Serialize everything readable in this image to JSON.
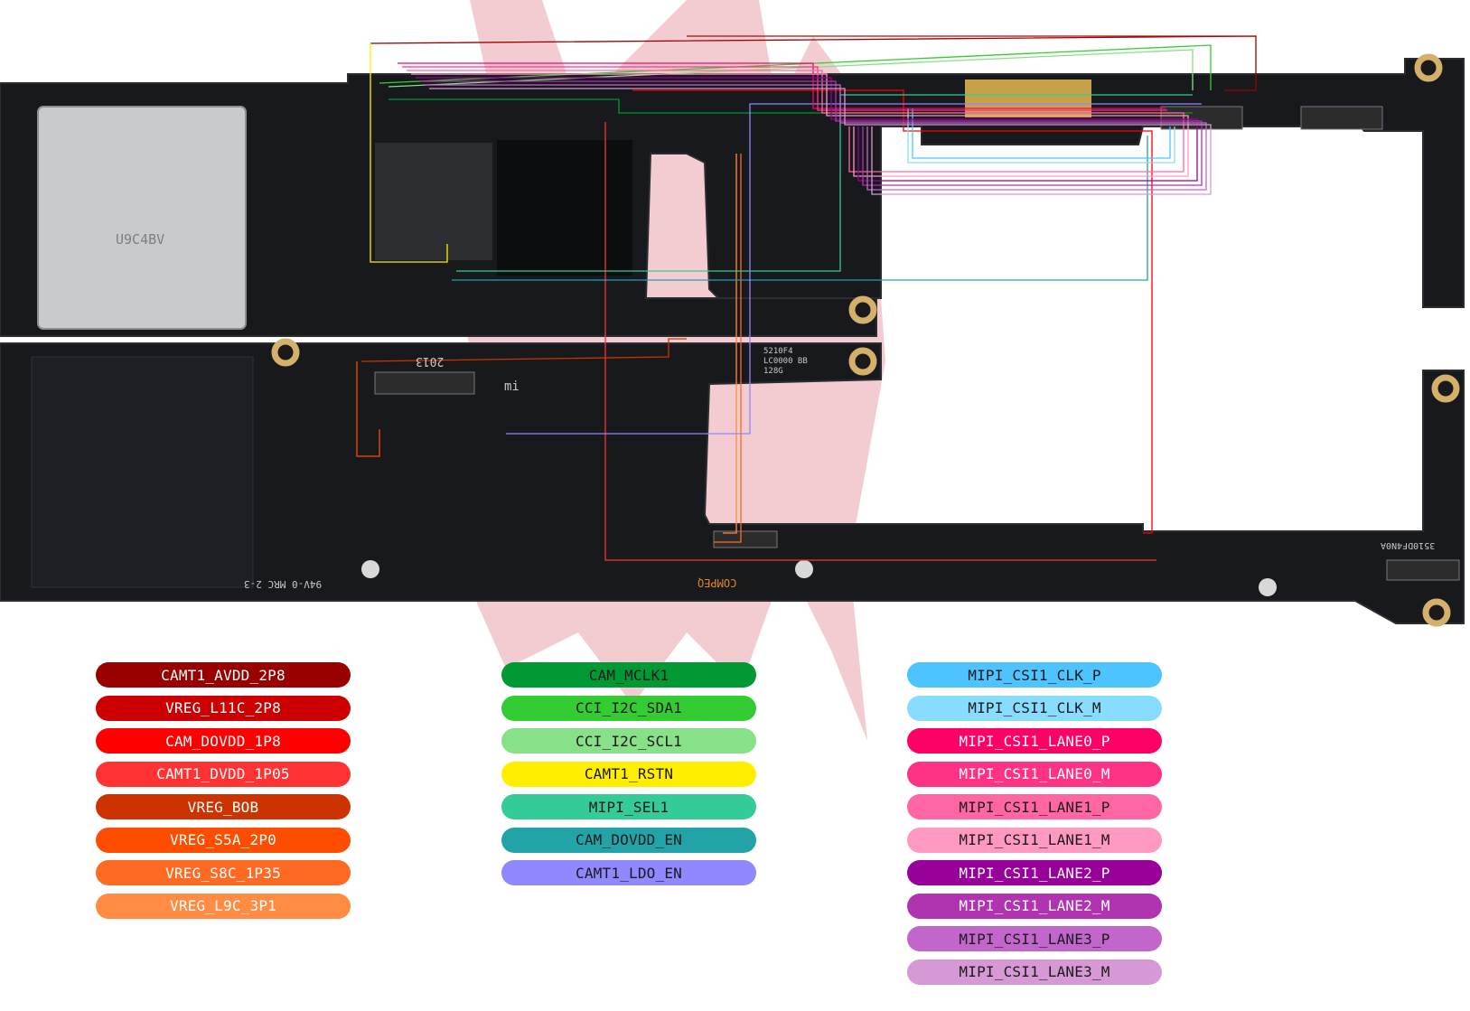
{
  "diagram": {
    "board_markings": {
      "sim_tray_code": "U9C4BV",
      "rev_code": "2013",
      "logo": "mi",
      "part_code": "5210F4 LC0000 BB 128G",
      "connector_code": "3510DF4N0A",
      "ul_mark": "94V-0 MRC 2-3",
      "brand": "COMPEQ"
    },
    "colors": {
      "pcb": "#17191c",
      "pcb_edge": "#2a2c30",
      "watermark": "#e8a3aa"
    }
  },
  "legend": {
    "column_1": [
      {
        "label": "CAMT1_AVDD_2P8",
        "color": "#990000",
        "text_color": "#ffffff"
      },
      {
        "label": "VREG_L11C_2P8",
        "color": "#cc0000",
        "text_color": "#ffffff"
      },
      {
        "label": "CAM_DOVDD_1P8",
        "color": "#ff0000",
        "text_color": "#ffffff"
      },
      {
        "label": "CAMT1_DVDD_1P05",
        "color": "#ff3333",
        "text_color": "#ffffff"
      },
      {
        "label": "VREG_BOB",
        "color": "#cc3300",
        "text_color": "#ffffff"
      },
      {
        "label": "VREG_S5A_2P0",
        "color": "#ff4d00",
        "text_color": "#ffffff"
      },
      {
        "label": "VREG_S8C_1P35",
        "color": "#ff6a22",
        "text_color": "#ffffff"
      },
      {
        "label": "VREG_L9C_3P1",
        "color": "#ff8c42",
        "text_color": "#ffffff"
      }
    ],
    "column_2": [
      {
        "label": "CAM_MCLK1",
        "color": "#009933",
        "text_color": "#1a1a1a"
      },
      {
        "label": "CCI_I2C_SDA1",
        "color": "#33cc33",
        "text_color": "#1a1a1a"
      },
      {
        "label": "CCI_I2C_SCL1",
        "color": "#88e088",
        "text_color": "#1a1a1a"
      },
      {
        "label": "CAMT1_RSTN",
        "color": "#ffee00",
        "text_color": "#1a1a1a"
      },
      {
        "label": "MIPI_SEL1",
        "color": "#33cc99",
        "text_color": "#1a1a1a"
      },
      {
        "label": "CAM_DOVDD_EN",
        "color": "#22a3a8",
        "text_color": "#1a1a1a"
      },
      {
        "label": "CAMT1_LDO_EN",
        "color": "#8f88ff",
        "text_color": "#1a1a1a"
      }
    ],
    "column_3": [
      {
        "label": "MIPI_CSI1_CLK_P",
        "color": "#4dc3ff",
        "text_color": "#1a1a1a"
      },
      {
        "label": "MIPI_CSI1_CLK_M",
        "color": "#88dcff",
        "text_color": "#1a1a1a"
      },
      {
        "label": "MIPI_CSI1_LANE0_P",
        "color": "#ff0066",
        "text_color": "#ffffff"
      },
      {
        "label": "MIPI_CSI1_LANE0_M",
        "color": "#ff3385",
        "text_color": "#ffffff"
      },
      {
        "label": "MIPI_CSI1_LANE1_P",
        "color": "#ff66a3",
        "text_color": "#1a1a1a"
      },
      {
        "label": "MIPI_CSI1_LANE1_M",
        "color": "#ff99c2",
        "text_color": "#1a1a1a"
      },
      {
        "label": "MIPI_CSI1_LANE2_P",
        "color": "#990099",
        "text_color": "#ffffff"
      },
      {
        "label": "MIPI_CSI1_LANE2_M",
        "color": "#b033b0",
        "text_color": "#ffffff"
      },
      {
        "label": "MIPI_CSI1_LANE3_P",
        "color": "#c266cc",
        "text_color": "#1a1a1a"
      },
      {
        "label": "MIPI_CSI1_LANE3_M",
        "color": "#d699d6",
        "text_color": "#1a1a1a"
      }
    ]
  }
}
